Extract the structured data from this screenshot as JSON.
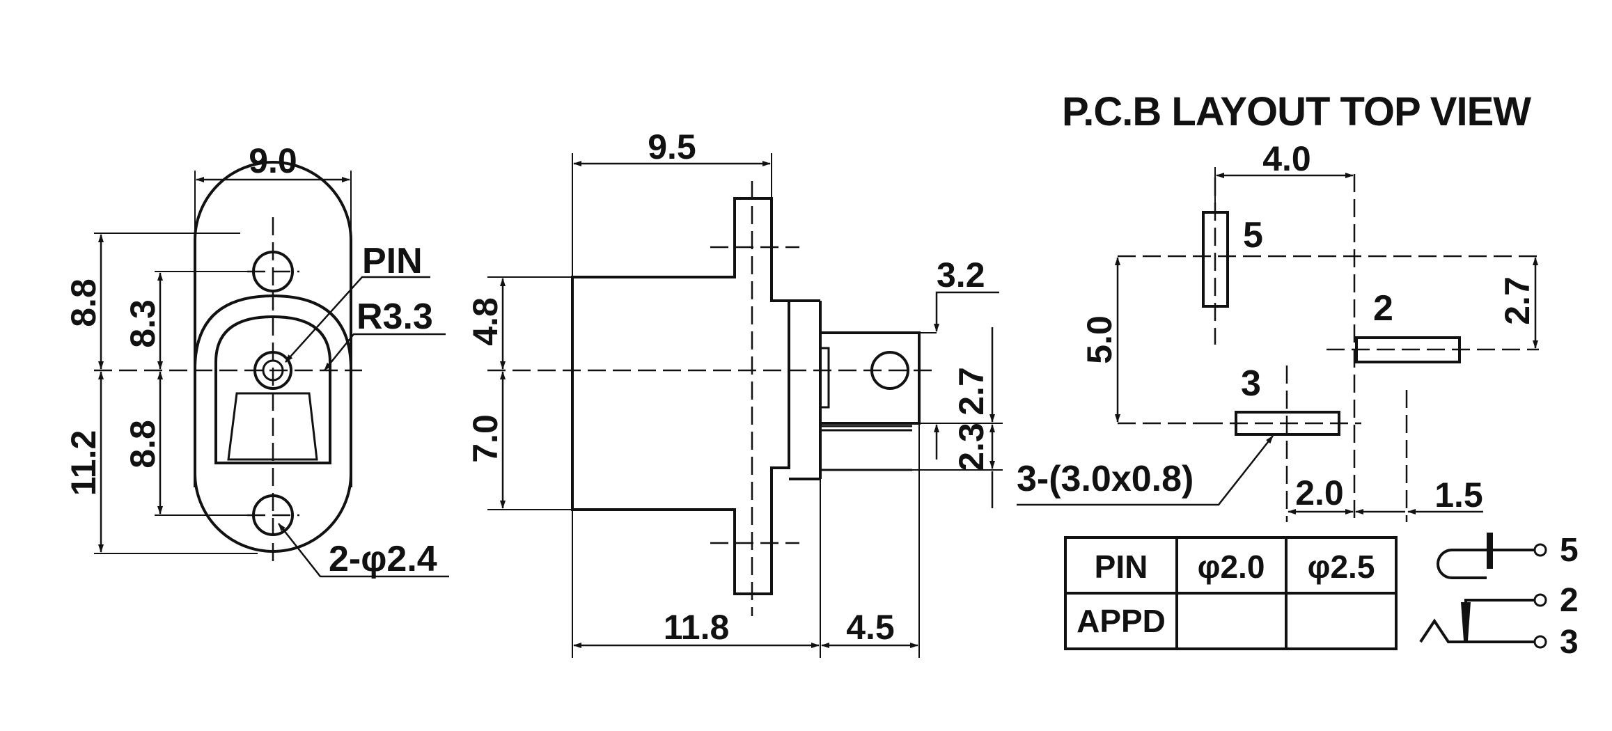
{
  "front_view": {
    "dim_width": "9.0",
    "dim_upper_total": "8.8",
    "dim_upper_inner": "8.3",
    "dim_lower_total": "11.2",
    "dim_lower_inner": "8.8",
    "label_pin": "PIN",
    "label_radius": "R3.3",
    "label_holes": "2-φ2.4"
  },
  "side_view": {
    "dim_flange_width": "9.5",
    "dim_upper": "4.8",
    "dim_lower": "7.0",
    "dim_body_length": "11.8",
    "dim_pin_length": "4.5",
    "dim_tab_height": "3.2",
    "dim_tab_2_7": "2.7",
    "dim_tab_2_3": "2.3"
  },
  "pcb_layout": {
    "title": "P.C.B LAYOUT  TOP VIEW",
    "dim_horizontal": "4.0",
    "dim_vertical": "5.0",
    "dim_right": "2.7",
    "dim_bottom_left": "2.0",
    "dim_bottom_right": "1.5",
    "pin_5": "5",
    "pin_2": "2",
    "pin_3": "3",
    "slot_label": "3-(3.0x0.8)"
  },
  "pin_table": {
    "row1": [
      "PIN",
      "φ2.0",
      "φ2.5"
    ],
    "row2": [
      "APPD",
      "",
      ""
    ]
  },
  "schematic": {
    "pin_5": "5",
    "pin_2": "2",
    "pin_3": "3"
  }
}
